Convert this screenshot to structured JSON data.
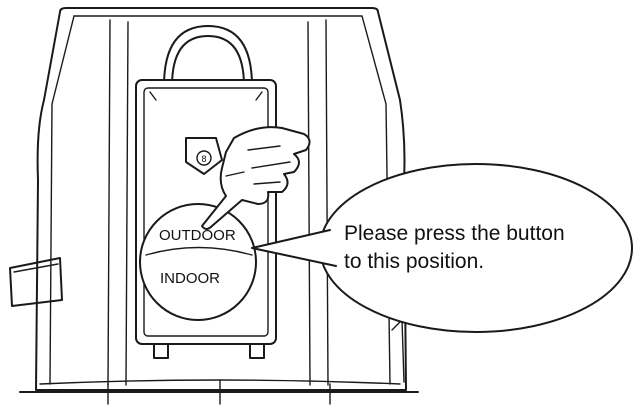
{
  "diagram": {
    "labels": {
      "outdoor": "OUTDOOR",
      "indoor": "INDOOR"
    },
    "callout": {
      "line1": "Please press the button",
      "line2": "to this position."
    },
    "colors": {
      "stroke": "#1a1a1a",
      "background": "#ffffff"
    },
    "icons": {
      "hand": "pointing-hand-icon",
      "screw": "screw-icon"
    }
  }
}
